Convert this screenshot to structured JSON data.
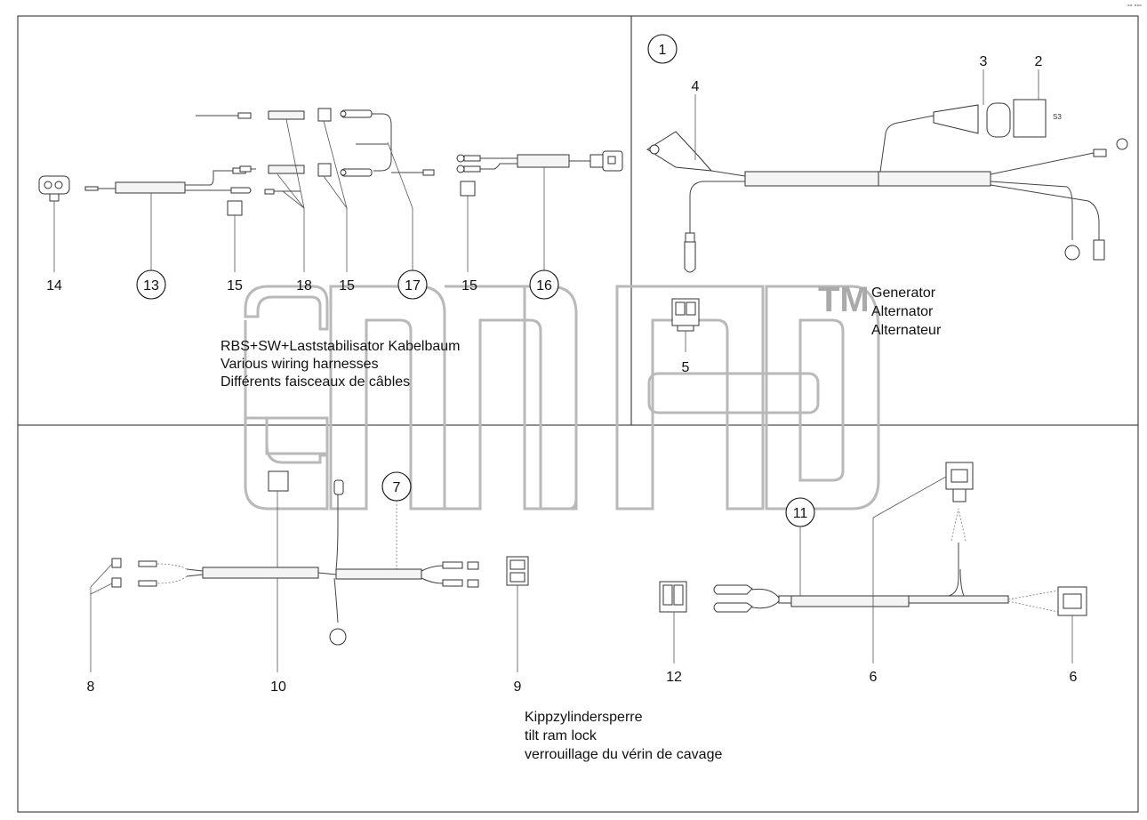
{
  "corner_mark": "°° °°°",
  "watermark": {
    "text": "anb",
    "tm": "TM"
  },
  "panels": {
    "top_left": {
      "caption": [
        "RBS+SW+Laststabilisator Kabelbaum",
        "Various wiring harnesses",
        "Différents faisceaux de câbles"
      ],
      "labels": [
        "14",
        "13",
        "15",
        "18",
        "15",
        "17",
        "15",
        "16"
      ]
    },
    "top_right": {
      "caption": [
        "Generator",
        "Alternator",
        "Alternateur"
      ],
      "labels": [
        "1",
        "4",
        "3",
        "2",
        "5"
      ],
      "connector_mark": "S3"
    },
    "bottom_left": {
      "labels": [
        "7",
        "8",
        "10",
        "9"
      ]
    },
    "bottom_right": {
      "caption": [
        "Kippzylindersperre",
        "tilt ram lock",
        "verrouillage du vérin de cavage"
      ],
      "labels": [
        "11",
        "12",
        "6",
        "6"
      ]
    }
  },
  "icons": [
    "connector-icon",
    "ring-terminal-icon",
    "spade-terminal-icon",
    "relay-icon",
    "grommet-icon"
  ]
}
